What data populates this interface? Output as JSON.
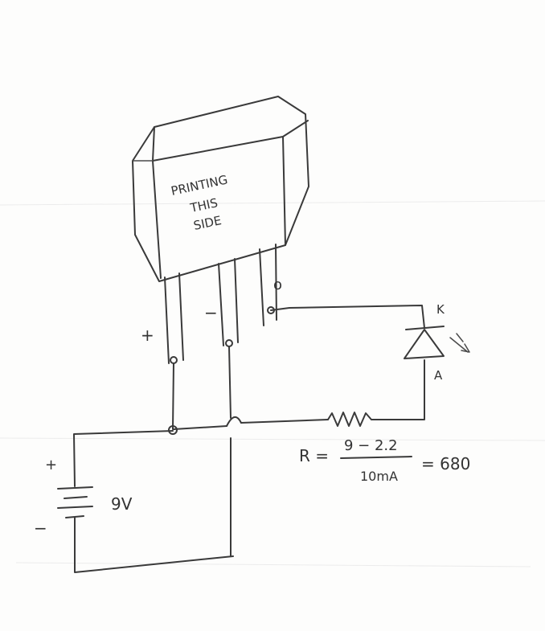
{
  "package": {
    "line1": "PRINTING",
    "line2": "THIS",
    "line3": "SIDE"
  },
  "pins": {
    "plus": "+",
    "minus": "−",
    "out": "o"
  },
  "led": {
    "cathode": "K",
    "anode": "A"
  },
  "battery": {
    "plus": "+",
    "minus": "−",
    "voltage": "9V"
  },
  "formula": {
    "lhs": "R =",
    "numerator": "9 − 2.2",
    "denominator": "10mA",
    "result": "= 680"
  }
}
